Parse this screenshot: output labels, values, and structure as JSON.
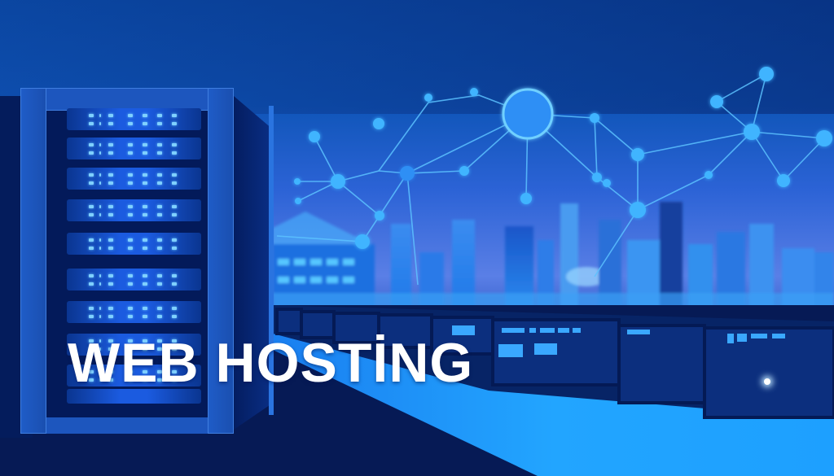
{
  "title": "WEB HOSTİNG",
  "colors": {
    "background_top": "#0b4aa6",
    "background_bottom": "#061a55",
    "accent_glow": "#3fb4ff",
    "title_text": "#ffffff",
    "rack_frame": "#1f5cc7"
  },
  "illustration": {
    "server_rack": {
      "slots": 10,
      "led_groups_per_slot": 2
    },
    "network": {
      "hub_node": "large-center-node",
      "node_count": 24
    },
    "skyline": "blurred-city-skyline",
    "floor": "data-center-server-row"
  }
}
